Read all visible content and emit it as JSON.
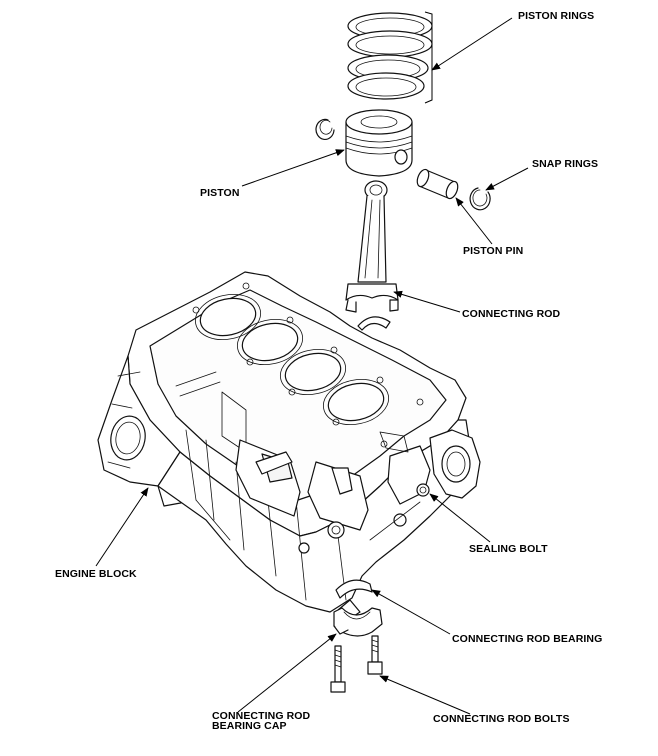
{
  "labels": {
    "piston_rings": "PISTON RINGS",
    "snap_rings": "SNAP RINGS",
    "piston": "PISTON",
    "piston_pin": "PISTON PIN",
    "connecting_rod": "CONNECTING ROD",
    "engine_block": "ENGINE BLOCK",
    "sealing_bolt": "SEALING BOLT",
    "connecting_rod_bearing": "CONNECTING ROD BEARING",
    "connecting_rod_bearing_cap_line1": "CONNECTING ROD",
    "connecting_rod_bearing_cap_line2": "BEARING CAP",
    "connecting_rod_bolts": "CONNECTING ROD BOLTS"
  },
  "colors": {
    "line": "#111111",
    "background": "#ffffff"
  }
}
